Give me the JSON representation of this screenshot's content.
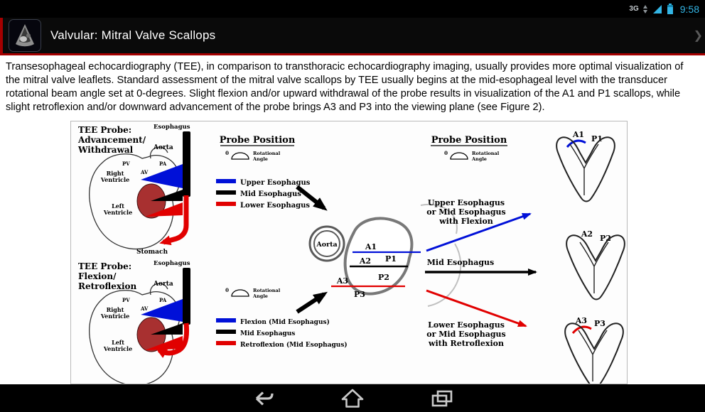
{
  "status_bar": {
    "network_type": "3G",
    "signal_icon": "signal-triangle",
    "battery_icon": "battery-full",
    "time": "9:58",
    "icon_color": "#33b5e5"
  },
  "action_bar": {
    "title": "Valvular: Mitral Valve Scallops",
    "app_icon": "echocardiogram-heart-app-icon",
    "accent_color": "#a50000",
    "next_hint": "❯"
  },
  "content": {
    "paragraph": "Transesophageal echocardiography (TEE), in comparison to transthoracic echocardiography imaging, usually provides more optimal visualization of the mitral valve leaflets. Standard assessment of the mitral valve scallops by TEE usually begins at the mid-esophageal level with the transducer rotational beam angle set at 0-degrees. Slight flexion and/or upward withdrawal of the probe results in visualization of the A1 and P1 scallops, while slight retroflexion and/or downward advancement of the probe brings A3 and P3 into the viewing plane (see Figure 2)."
  },
  "figure": {
    "colors": {
      "blue": "#0010d8",
      "red": "#e10000",
      "probe_black": "#000000"
    },
    "adv": {
      "t1": "TEE Probe:",
      "t2": "Advancement/",
      "t3": "Withdrawal",
      "esophagus": "Esophagus",
      "aorta": "Aorta",
      "pv": "PV",
      "pa": "PA",
      "av": "AV",
      "rv1": "Right",
      "rv2": "Ventricle",
      "lv1": "Left",
      "lv2": "Ventricle",
      "stomach": "Stomach"
    },
    "flex": {
      "t1": "TEE Probe:",
      "t2": "Flexion/",
      "t3": "Retroflexion",
      "esophagus": "Esophagus",
      "aorta": "Aorta",
      "pv": "PV",
      "pa": "PA",
      "av": "AV",
      "rv1": "Right",
      "rv2": "Ventricle",
      "lv1": "Left",
      "lv2": "Ventricle"
    },
    "pp_left": {
      "heading": "Probe Position",
      "zero": "0",
      "rot1": "Rotational",
      "rot2": "Angle",
      "legend": [
        {
          "label": "Upper Esophagus",
          "color": "#0010d8"
        },
        {
          "label": "Mid Esophagus",
          "color": "#000000"
        },
        {
          "label": "Lower Esophagus",
          "color": "#e10000"
        }
      ]
    },
    "flex_controls": {
      "zero": "0",
      "rot1": "Rotational",
      "rot2": "Angle",
      "legend": [
        {
          "label": "Flexion (Mid Esophagus)",
          "color": "#0010d8"
        },
        {
          "label": "Mid Esophagus",
          "color": "#000000"
        },
        {
          "label": "Retroflexion (Mid Esophagus)",
          "color": "#e10000"
        }
      ]
    },
    "cross": {
      "aorta": "Aorta",
      "a1": "A1",
      "p1": "P1",
      "a2": "A2",
      "p2": "P2",
      "a3": "A3",
      "p3": "P3"
    },
    "pp_right": {
      "heading": "Probe Position",
      "zero": "0",
      "rot1": "Rotational",
      "rot2": "Angle",
      "route1": [
        "Upper Esophagus",
        "or Mid Esophagus",
        "with Flexion"
      ],
      "route2": "Mid Esophagus",
      "route3": [
        "Lower Esophagus",
        "or Mid Esophagus",
        "with Retroflexion"
      ]
    },
    "views": {
      "v1a": "A1",
      "v1p": "P1",
      "v2a": "A2",
      "v2p": "P2",
      "v3a": "A3",
      "v3p": "P3"
    }
  },
  "nav_bar": {
    "back_icon": "back-arrow",
    "home_icon": "home-outline",
    "recents_icon": "recent-apps-stack"
  }
}
